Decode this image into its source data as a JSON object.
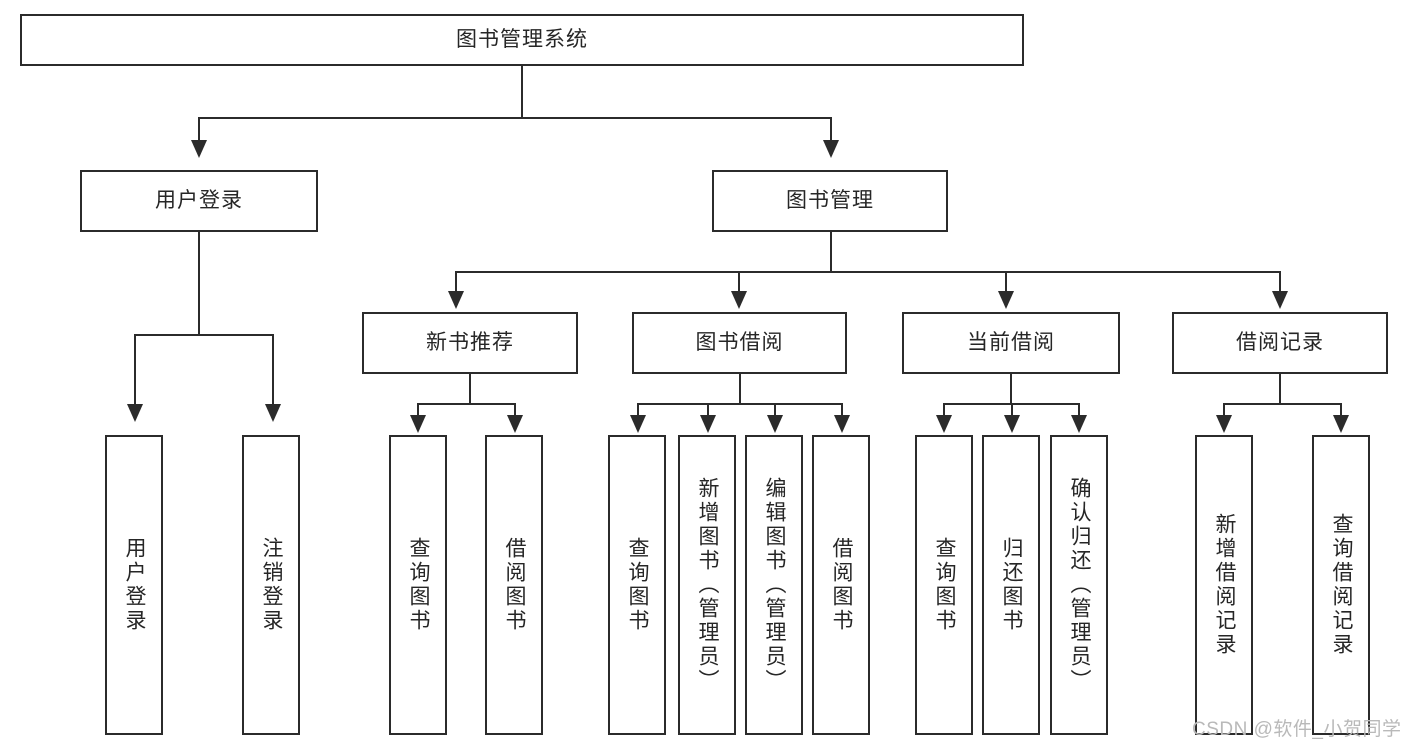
{
  "diagram": {
    "title": "图书管理系统",
    "type": "tree-hierarchy",
    "root": {
      "label": "图书管理系统"
    },
    "level2": [
      {
        "label": "用户登录"
      },
      {
        "label": "图书管理"
      }
    ],
    "level3": [
      {
        "label": "新书推荐"
      },
      {
        "label": "图书借阅"
      },
      {
        "label": "当前借阅"
      },
      {
        "label": "借阅记录"
      }
    ],
    "leaves_user_login": [
      {
        "label": "用户登录"
      },
      {
        "label": "注销登录"
      }
    ],
    "leaves_new_book": [
      {
        "label": "查询图书"
      },
      {
        "label": "借阅图书"
      }
    ],
    "leaves_borrow": [
      {
        "label": "查询图书"
      },
      {
        "label": "新增图书（管理员）"
      },
      {
        "label": "编辑图书（管理员）"
      },
      {
        "label": "借阅图书"
      }
    ],
    "leaves_current": [
      {
        "label": "查询图书"
      },
      {
        "label": "归还图书"
      },
      {
        "label": "确认归还（管理员）"
      }
    ],
    "leaves_record": [
      {
        "label": "新增借阅记录"
      },
      {
        "label": "查询借阅记录"
      }
    ]
  },
  "watermark": {
    "text": "CSDN @软件_小贺同学"
  },
  "colors": {
    "stroke": "#2b2b2b",
    "text": "#262626",
    "background": "#ffffff",
    "watermark": "#b9b9b9"
  }
}
